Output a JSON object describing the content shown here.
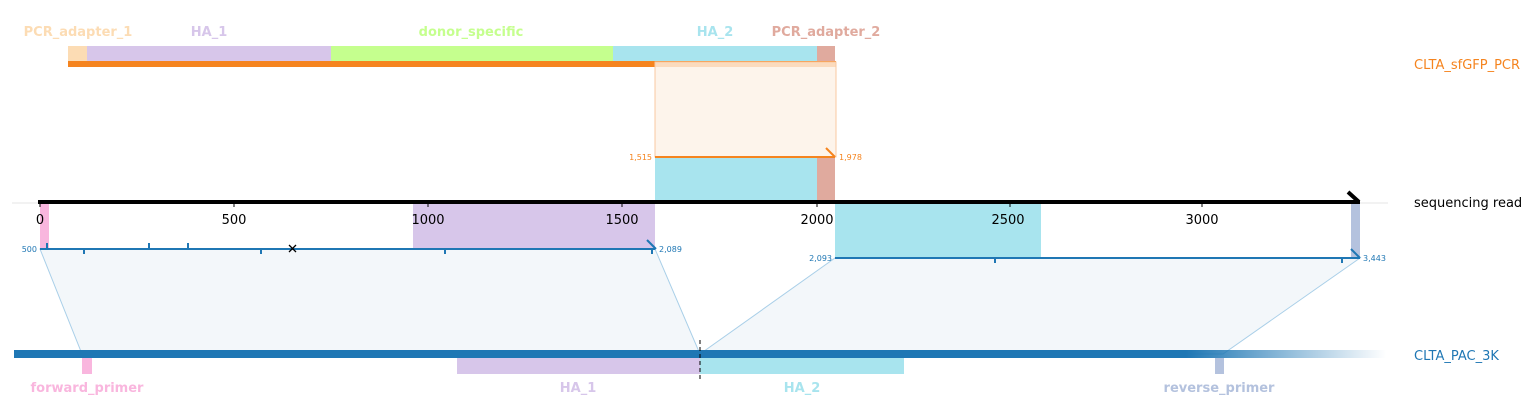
{
  "axis": {
    "ticks": [
      "0",
      "500",
      "1000",
      "1500",
      "2000",
      "2500",
      "3000"
    ],
    "tick_values": [
      0,
      500,
      1000,
      1500,
      2000,
      2500,
      3000
    ],
    "max": 3400
  },
  "tracks": {
    "pcr": {
      "name": "CLTA_sfGFP_PCR",
      "color": "#f5841f"
    },
    "read": {
      "name": "sequencing read",
      "color": "#000000"
    },
    "genome": {
      "name": "CLTA_PAC_3K",
      "color": "#1f77b4"
    }
  },
  "pcr_features": [
    {
      "label": "PCR_adapter_1",
      "color": "#fcdcb4"
    },
    {
      "label": "HA_1",
      "color": "#d7c6ea"
    },
    {
      "label": "donor_specific",
      "color": "#c5ff8e"
    },
    {
      "label": "HA_2",
      "color": "#a8e4ee"
    },
    {
      "label": "PCR_adapter_2",
      "color": "#e0aa9e"
    }
  ],
  "genome_features": [
    {
      "label": "forward_primer",
      "color": "#f9b6de"
    },
    {
      "label": "HA_1",
      "color": "#d7c6ea"
    },
    {
      "label": "HA_2",
      "color": "#a8e4ee"
    },
    {
      "label": "reverse_primer",
      "color": "#b4c2de"
    }
  ],
  "alignments": [
    {
      "start_label": "1,515",
      "end_label": "1,978",
      "color": "#f5841f",
      "read_start": 1588,
      "read_end": 2050
    },
    {
      "start_label": "500",
      "end_label": "2,089",
      "color": "#1f77b4",
      "read_start": 0,
      "read_end": 1590
    },
    {
      "start_label": "2,093",
      "end_label": "3,443",
      "color": "#1f77b4",
      "read_start": 2050,
      "read_end": 3400
    }
  ]
}
